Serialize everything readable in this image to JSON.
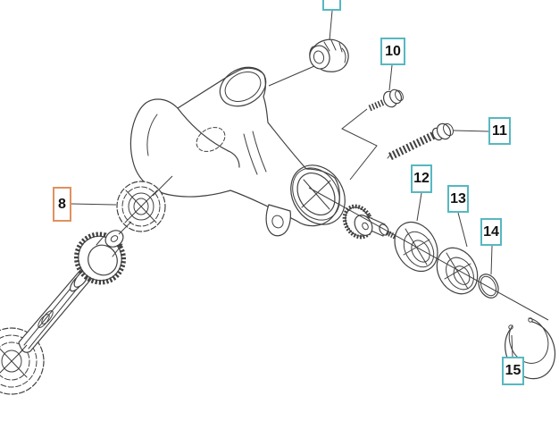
{
  "diagram": {
    "type": "exploded-parts-diagram",
    "colors": {
      "line": "#404040",
      "callout_border": "#56b8c1",
      "callout_highlight_border": "#e0915f",
      "background": "#ffffff"
    },
    "callouts": {
      "top_partial": {
        "number": "",
        "highlighted": false
      },
      "c8": {
        "number": "8",
        "highlighted": true
      },
      "c10": {
        "number": "10",
        "highlighted": false
      },
      "c11": {
        "number": "11",
        "highlighted": false
      },
      "c12": {
        "number": "12",
        "highlighted": false
      },
      "c13": {
        "number": "13",
        "highlighted": false
      },
      "c14": {
        "number": "14",
        "highlighted": false
      },
      "c15": {
        "number": "15",
        "highlighted": false
      }
    }
  }
}
